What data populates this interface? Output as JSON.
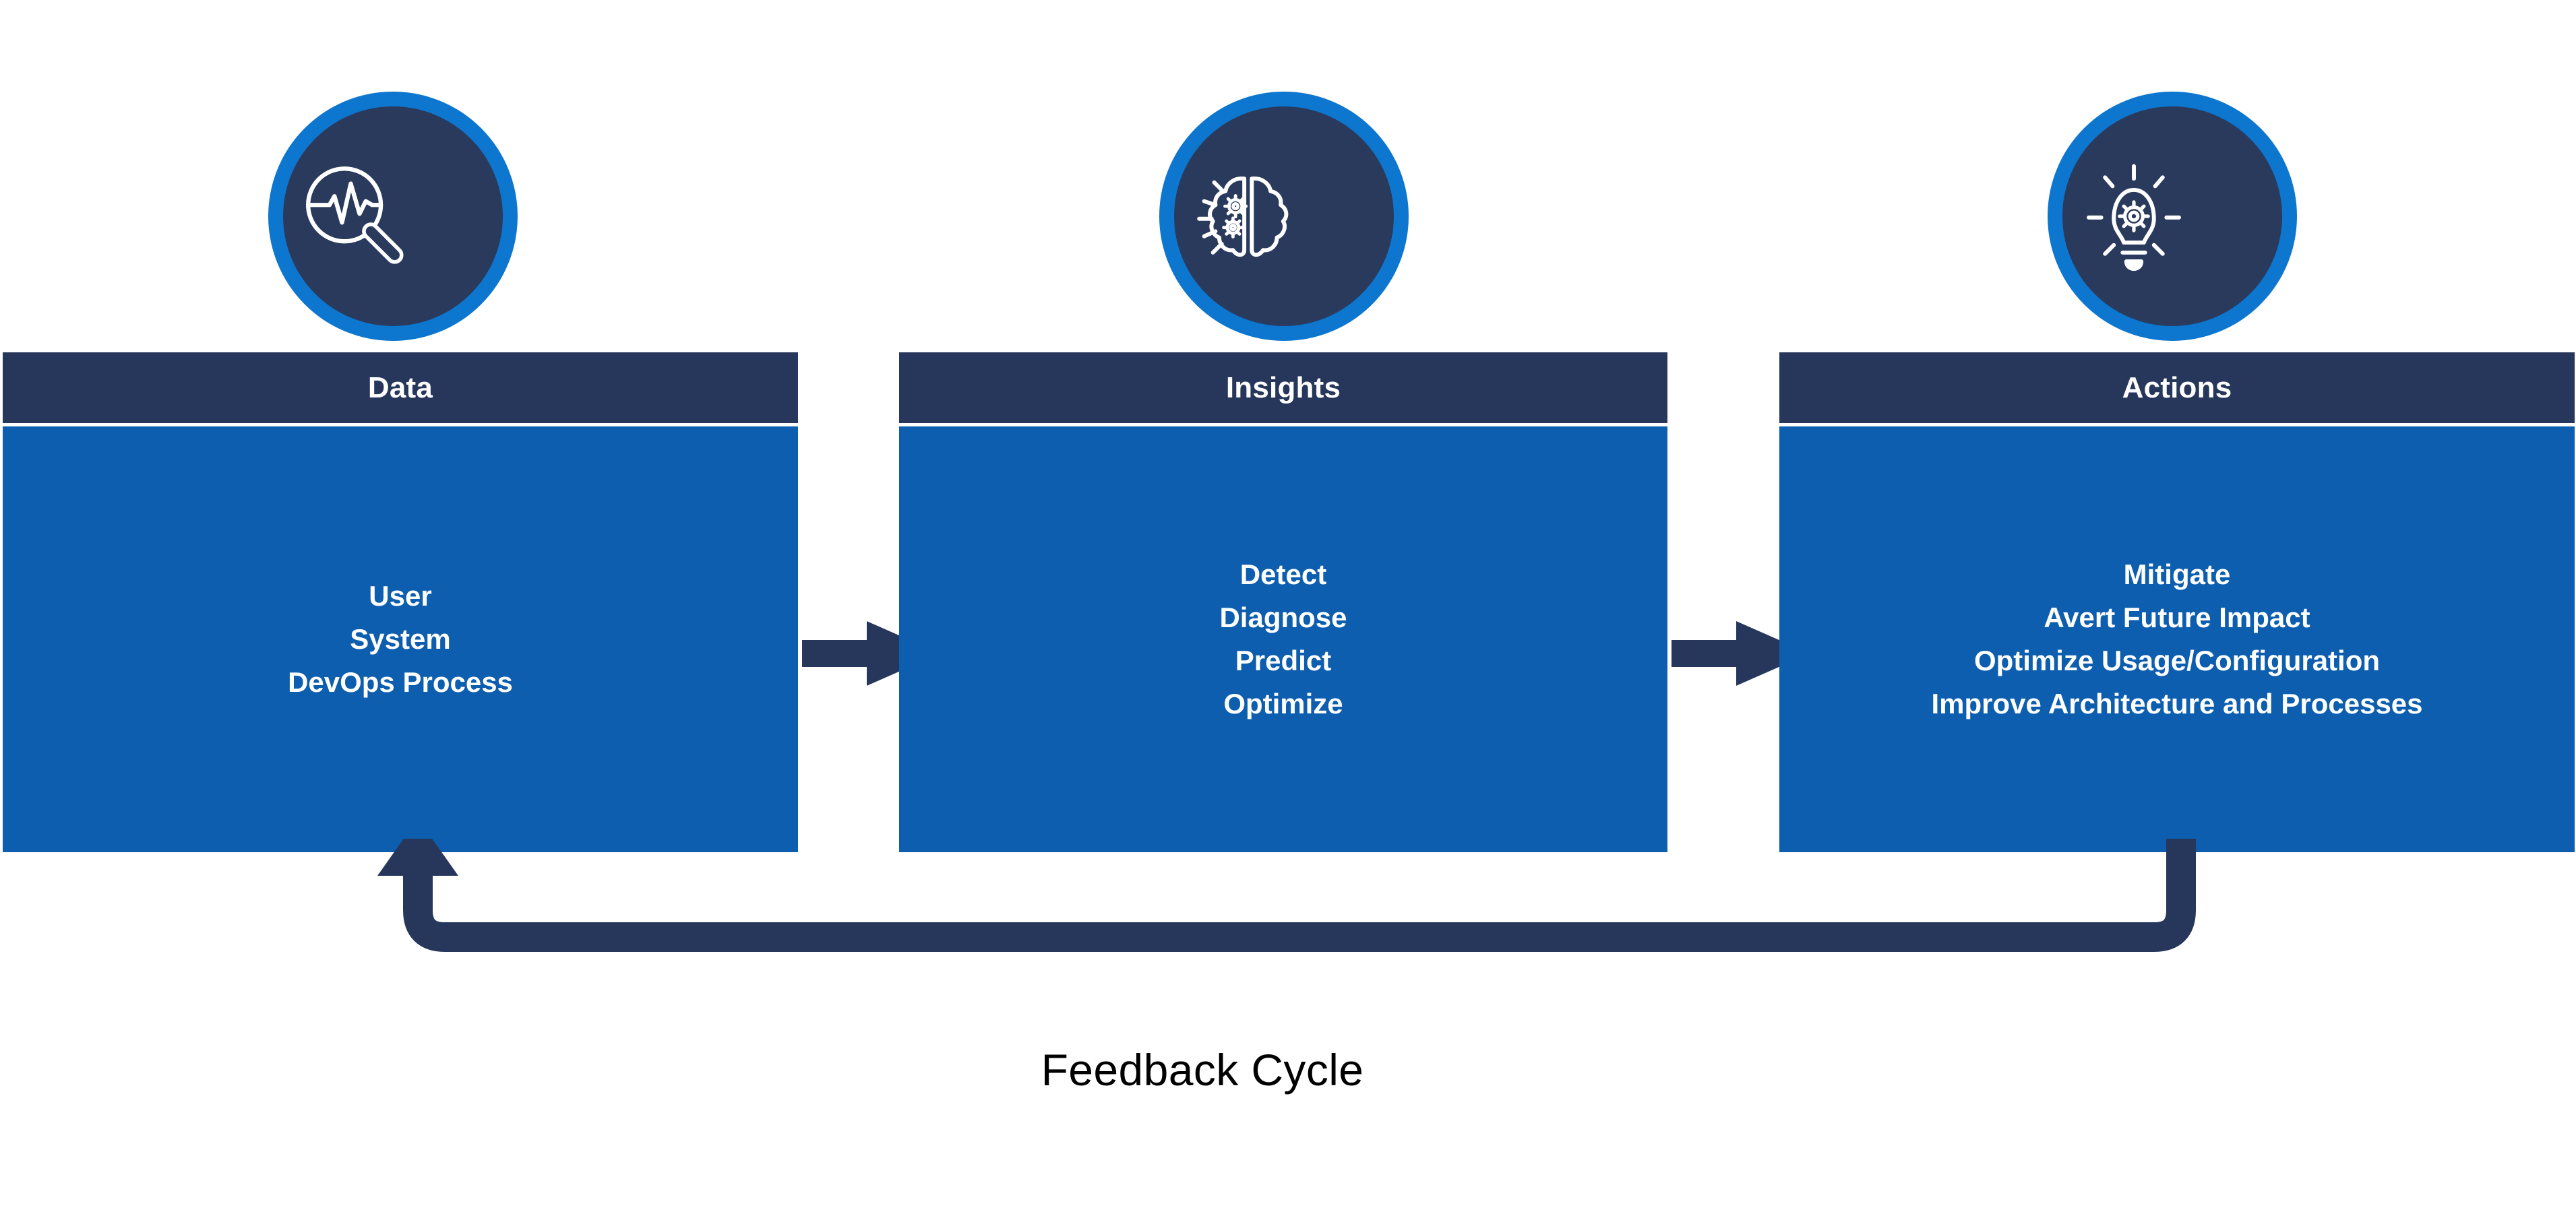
{
  "diagram": {
    "title": "Data, Insights, Actions with Feedback Cycle",
    "colors": {
      "panel_body_blue": "#0d5eae",
      "panel_header_navy": "#27375c",
      "badge_ring_blue": "#0d76ce",
      "badge_fill_navy": "#2a3a5c",
      "arrow_navy": "#27375c",
      "text_white": "#ffffff",
      "text_black": "#000000",
      "background": "#ffffff"
    },
    "stages": [
      {
        "id": "data",
        "header": "Data",
        "icon_name": "magnifier-pulse-icon",
        "lines": [
          "User",
          "System",
          "DevOps Process"
        ]
      },
      {
        "id": "insights",
        "header": "Insights",
        "icon_name": "brain-gears-icon",
        "lines": [
          "Detect",
          "Diagnose",
          "Predict",
          "Optimize"
        ]
      },
      {
        "id": "actions",
        "header": "Actions",
        "icon_name": "lightbulb-gear-icon",
        "lines": [
          "Mitigate",
          "Avert Future Impact",
          "Optimize Usage/Configuration",
          "Improve Architecture and Processes"
        ]
      }
    ],
    "connectors": [
      {
        "id": "data-to-insights",
        "icon_name": "right-block-arrow-icon"
      },
      {
        "id": "insights-to-actions",
        "icon_name": "right-block-arrow-icon"
      }
    ],
    "feedback": {
      "label": "Feedback Cycle",
      "icon_name": "feedback-loop-arrow-icon",
      "from_stage": "actions",
      "to_stage": "data"
    }
  }
}
